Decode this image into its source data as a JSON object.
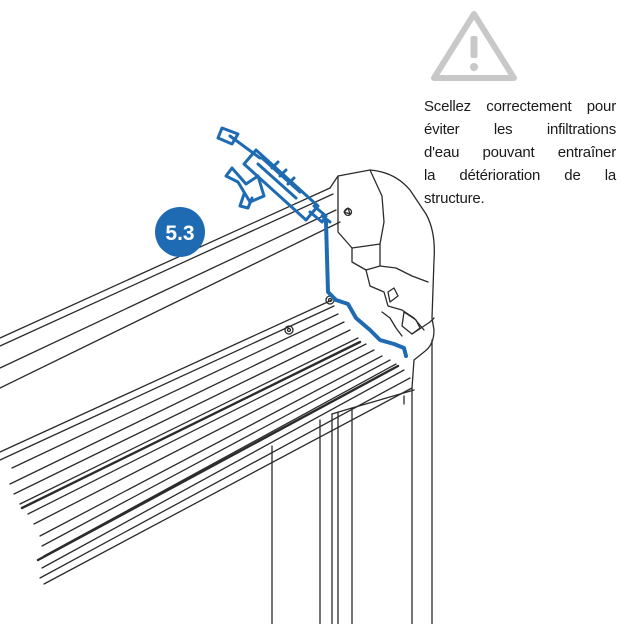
{
  "step_badge": {
    "label": "5.3",
    "color": "#1f6bb3"
  },
  "warning": {
    "icon": "warning-triangle-icon",
    "icon_color": "#c8c8c8",
    "lines": [
      "Scellez correctement pour",
      "éviter les infiltrations",
      "d'eau pouvant entraîner",
      "la détérioration de la",
      "structure."
    ]
  },
  "colors": {
    "sealant": "#1f6bb3",
    "line_art": "#2b2b2b"
  },
  "tool_icon": "sealant-gun-icon"
}
